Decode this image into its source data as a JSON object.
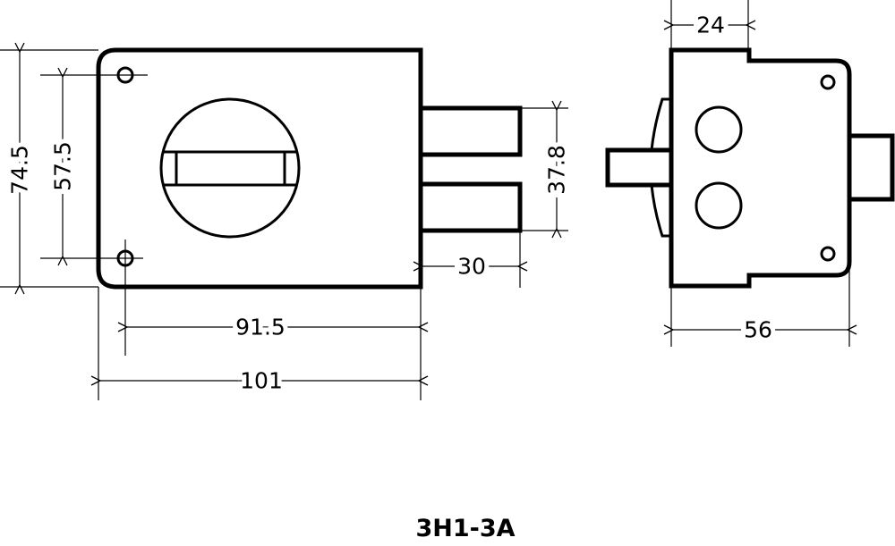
{
  "title": "3H1-3A",
  "front_view": {
    "height_overall": "74.5",
    "hole_spacing_vertical": "57.5",
    "bolt_span": "37.8",
    "bolt_projection": "30",
    "hole_to_edge_width": "91.5",
    "width_overall": "101"
  },
  "side_view": {
    "step_depth": "24",
    "depth_overall": "56"
  }
}
